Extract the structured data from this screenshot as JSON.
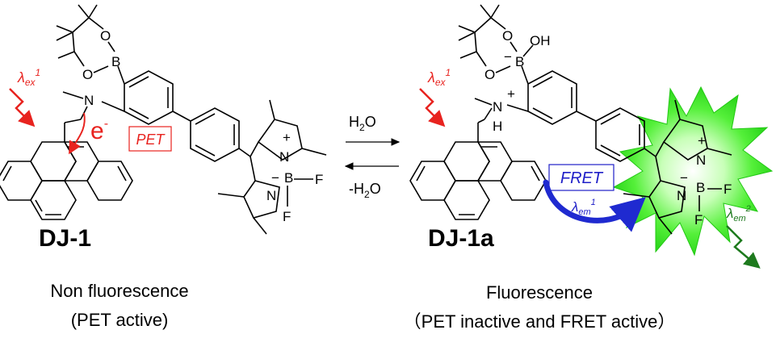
{
  "left": {
    "name": "DJ-1",
    "lambda_ex": {
      "base": "λ",
      "sub": "ex",
      "sup": "1"
    },
    "electron": {
      "base": "e",
      "sup": "-"
    },
    "pet_box": "PET",
    "caption_line1": "Non fluorescence",
    "caption_line2": "(PET active)"
  },
  "right": {
    "name": "DJ-1a",
    "lambda_ex": {
      "base": "λ",
      "sub": "ex",
      "sup": "1"
    },
    "fret_box": "FRET",
    "lambda_em1": {
      "base": "λ",
      "sub": "em",
      "sup": "1"
    },
    "lambda_em2": {
      "base": "λ",
      "sub": "em",
      "sup": "2"
    },
    "caption_line1": "Fluorescence",
    "caption_line2": "（PET inactive and FRET active）"
  },
  "reaction": {
    "forward": {
      "base": "H",
      "sub": "2",
      "tail": "O"
    },
    "reverse": {
      "pre": "-H",
      "sub": "2",
      "tail": "O"
    }
  },
  "atoms": {
    "O": "O",
    "B": "B",
    "N": "N",
    "H": "H",
    "F": "F",
    "OH": "OH",
    "plus": "+",
    "minus": "−"
  },
  "colors": {
    "excitation": "#e8231f",
    "pet": "#e8231f",
    "fret": "#1f1fc8",
    "fret_arrow": "#1f2ad0",
    "emission": "#1e7a1e",
    "glow": "#33ee22",
    "glow_center": "#ffffff"
  }
}
